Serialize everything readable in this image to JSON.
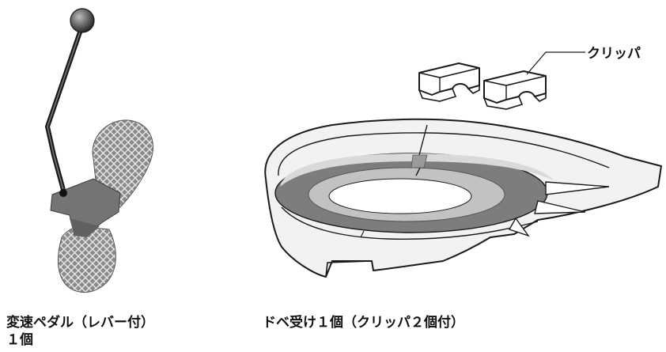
{
  "parts": {
    "shift_pedal": {
      "caption_line1": "変速ペダル（レバー付）",
      "caption_line2": "１個"
    },
    "basin": {
      "caption": "ドベ受け１個（クリッパ２個付）",
      "clip_label": "クリッパ"
    }
  },
  "colors": {
    "line": "#1a1a1a",
    "pedal_gray": "#7a7a7a",
    "hatch": "#e6e6e6",
    "basin_fill": "#f2f2f2",
    "ring_dark": "#7d7d7d",
    "ring_light": "#c2c2c2",
    "center_white": "#ffffff"
  }
}
